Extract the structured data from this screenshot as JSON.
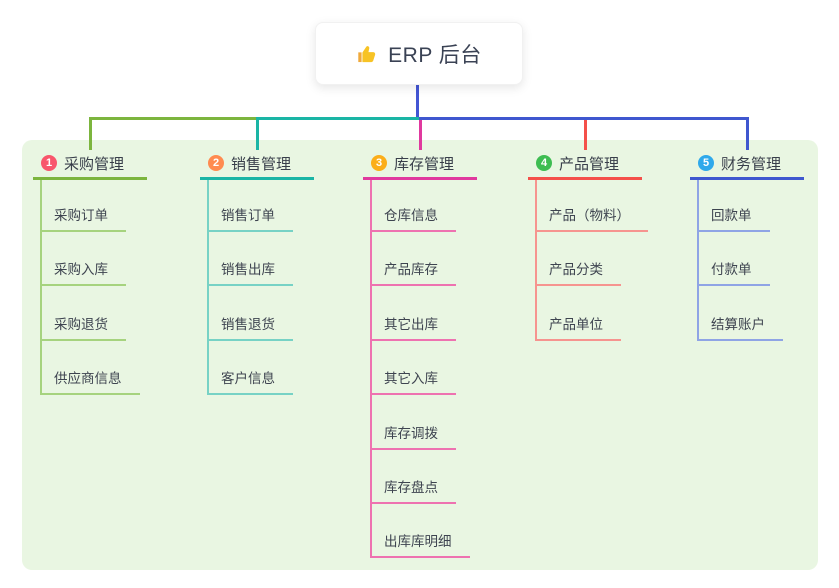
{
  "root": {
    "title": "ERP 后台",
    "icon": "thumbs-up-icon"
  },
  "branches": [
    {
      "index": "1",
      "title": "采购管理",
      "badge_color": "#f8566c",
      "line_color": "#7cb53e",
      "child_line_color": "#a6d37e",
      "children": [
        "采购订单",
        "采购入库",
        "采购退货",
        "供应商信息"
      ]
    },
    {
      "index": "2",
      "title": "销售管理",
      "badge_color": "#ff8b50",
      "line_color": "#1ab5a5",
      "child_line_color": "#77d2c5",
      "children": [
        "销售订单",
        "销售出库",
        "销售退货",
        "客户信息"
      ]
    },
    {
      "index": "3",
      "title": "库存管理",
      "badge_color": "#fbae19",
      "line_color": "#e0399e",
      "child_line_color": "#ee72b0",
      "children": [
        "仓库信息",
        "产品库存",
        "其它出库",
        "其它入库",
        "库存调拨",
        "库存盘点",
        "出库库明细"
      ]
    },
    {
      "index": "4",
      "title": "产品管理",
      "badge_color": "#3ebd52",
      "line_color": "#f4504a",
      "child_line_color": "#f6948f",
      "children": [
        "产品（物料）",
        "产品分类",
        "产品单位"
      ]
    },
    {
      "index": "5",
      "title": "财务管理",
      "badge_color": "#2fa9eb",
      "line_color": "#3f57cf",
      "child_line_color": "#8fa4e5",
      "children": [
        "回款单",
        "付款单",
        "结算账户"
      ]
    }
  ],
  "colors": {
    "panel_bg": "#e9f6e2",
    "root_stem": "#4356d4",
    "root_text": "#3a4254",
    "title_text": "#383e4a",
    "child_text": "#3e4450",
    "thumb_yellow": "#f7c325"
  }
}
